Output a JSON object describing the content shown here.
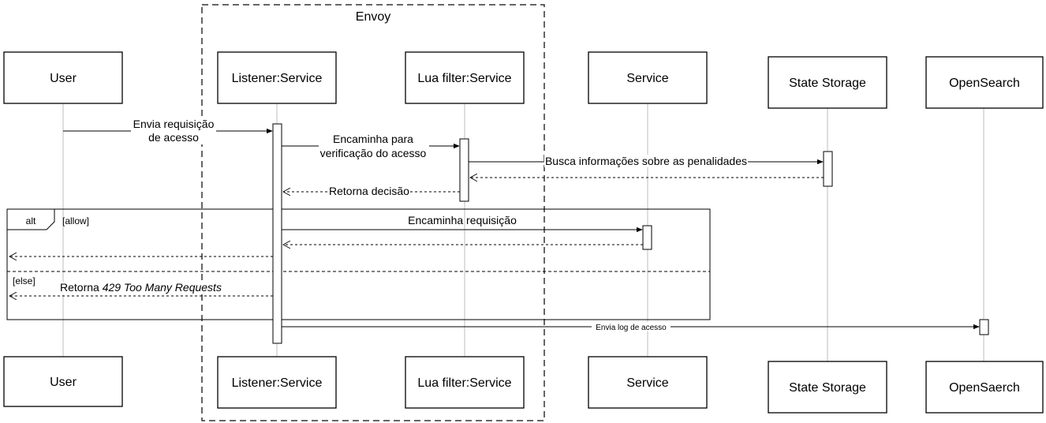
{
  "group": {
    "title": "Envoy"
  },
  "participants": {
    "user": {
      "top": "User",
      "bottom": "User"
    },
    "listener": {
      "top": "Listener:Service",
      "bottom": "Listener:Service"
    },
    "lua": {
      "top": "Lua filter:Service",
      "bottom": "Lua filter:Service"
    },
    "service": {
      "top": "Service",
      "bottom": "Service"
    },
    "storage": {
      "top": "State Storage",
      "bottom": "State Storage"
    },
    "opensearch": {
      "top": "OpenSearch",
      "bottom": "OpenSaerch"
    }
  },
  "messages": {
    "m1_line1": "Envia requisição",
    "m1_line2": "de acesso",
    "m2_line1": "Encaminha para",
    "m2_line2": "verificação do acesso",
    "m3": "Busca informações sobre as penalidades",
    "m4": "Retorna decisão",
    "m5": "Encaminha requisição",
    "m6_prefix": "Retorna ",
    "m6_italic": "429 Too Many Requests",
    "m7": "Envia log de acesso"
  },
  "alt_frame": {
    "operator": "alt",
    "guard_allow": "[allow]",
    "guard_else": "[else]"
  }
}
